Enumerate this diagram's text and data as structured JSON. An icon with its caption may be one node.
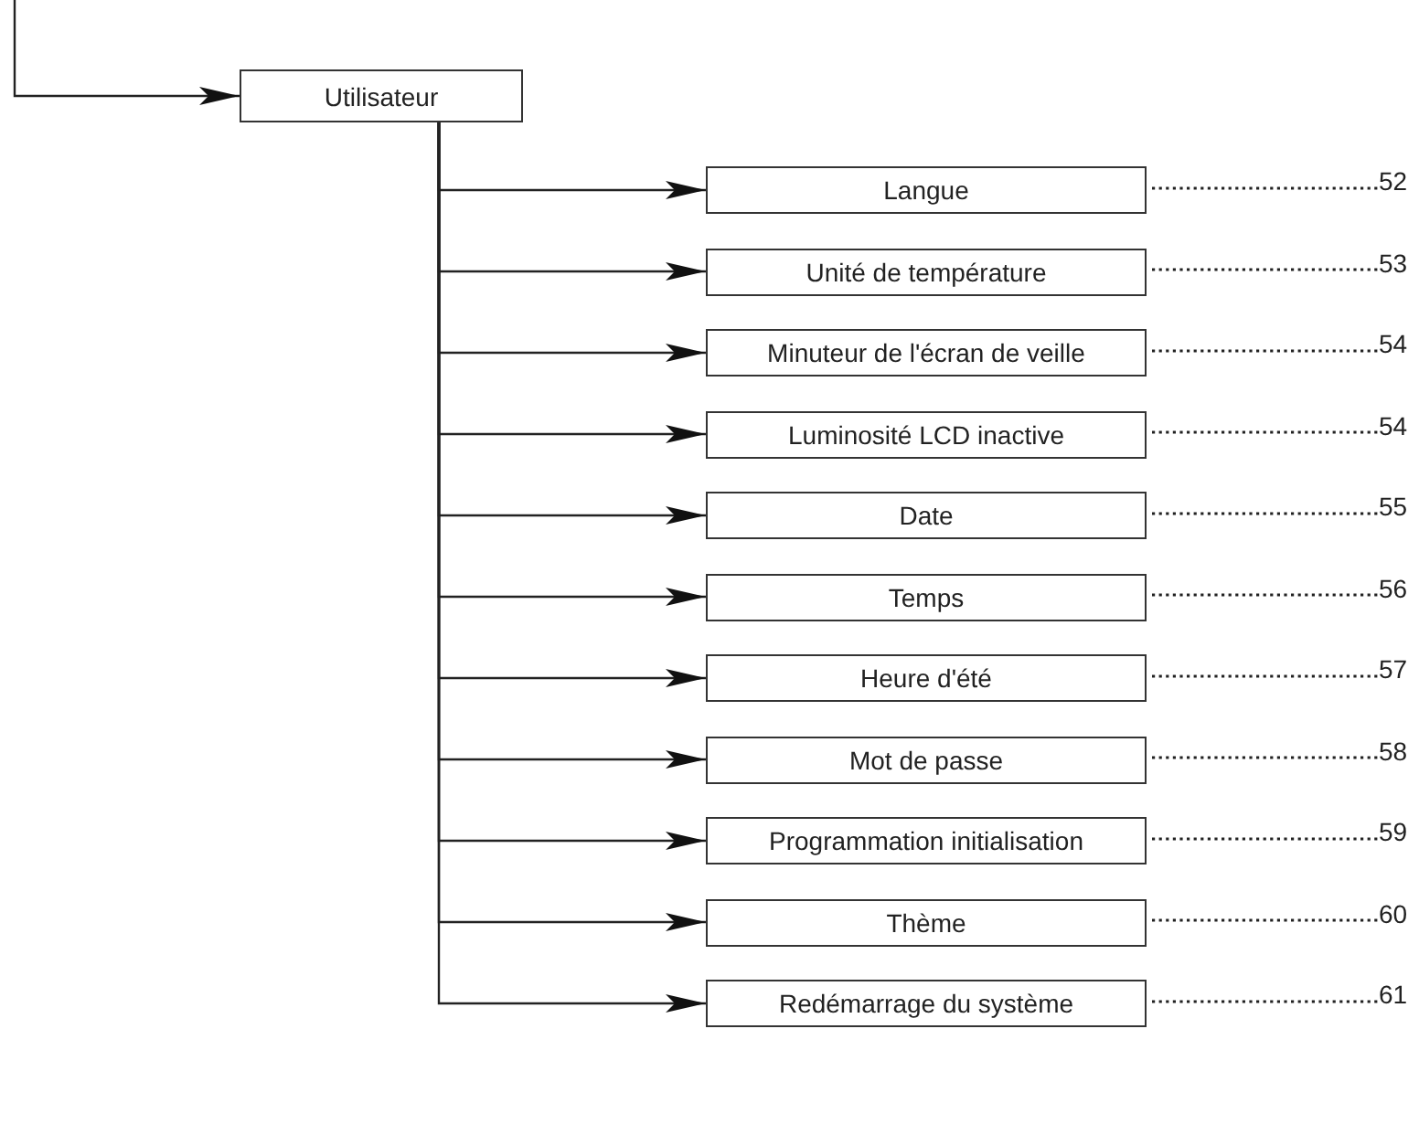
{
  "diagram": {
    "nodes": [
      {
        "text": [
          "Utilisateur"
        ]
      },
      {
        "text": [
          "Langue"
        ]
      },
      {
        "text": [
          "Unité de température"
        ]
      },
      {
        "text": [
          "Minuteur de l'écran de veille"
        ]
      },
      {
        "text": [
          "Luminosité LCD inactive"
        ]
      },
      {
        "text": [
          "Date"
        ]
      },
      {
        "text": [
          "Temps"
        ]
      },
      {
        "text": [
          "Heure d'été"
        ]
      },
      {
        "text": [
          "Mot de passe"
        ]
      },
      {
        "text": [
          "Programmation initialisation"
        ]
      },
      {
        "text": [
          "Thème"
        ]
      },
      {
        "text": [
          "Redémarrage du système"
        ]
      },
      {
        "text": [
          "52"
        ]
      },
      {
        "text": [
          "53"
        ]
      },
      {
        "text": [
          "54"
        ]
      },
      {
        "text": [
          "54"
        ]
      },
      {
        "text": [
          "55"
        ]
      },
      {
        "text": [
          "56"
        ]
      },
      {
        "text": [
          "57"
        ]
      },
      {
        "text": [
          "58"
        ]
      },
      {
        "text": [
          "59"
        ]
      },
      {
        "text": [
          "60"
        ]
      },
      {
        "text": [
          "61"
        ]
      }
    ],
    "edges": [
      {
        "from": null,
        "to": 0,
        "arrow": "to"
      },
      {
        "from": 0,
        "to": 1,
        "arrow": "to"
      },
      {
        "from": 0,
        "to": 2,
        "arrow": "to"
      },
      {
        "from": 0,
        "to": 3,
        "arrow": "to"
      },
      {
        "from": 0,
        "to": 4,
        "arrow": "to"
      },
      {
        "from": 0,
        "to": 5,
        "arrow": "to"
      },
      {
        "from": 0,
        "to": 6,
        "arrow": "to"
      },
      {
        "from": 0,
        "to": 7,
        "arrow": "to"
      },
      {
        "from": 0,
        "to": 8,
        "arrow": "to"
      },
      {
        "from": 0,
        "to": 9,
        "arrow": "to"
      },
      {
        "from": 0,
        "to": 10,
        "arrow": "to"
      },
      {
        "from": 0,
        "to": 11,
        "arrow": "to"
      },
      {
        "from": 1,
        "to": 12,
        "arrow": "none",
        "style": "dashed"
      },
      {
        "from": 2,
        "to": 13,
        "arrow": "none",
        "style": "dashed"
      },
      {
        "from": 3,
        "to": 14,
        "arrow": "none",
        "style": "dashed"
      },
      {
        "from": 4,
        "to": 15,
        "arrow": "none",
        "style": "dashed"
      },
      {
        "from": 5,
        "to": 16,
        "arrow": "none",
        "style": "dashed"
      },
      {
        "from": 6,
        "to": 17,
        "arrow": "none",
        "style": "dashed"
      },
      {
        "from": 7,
        "to": 18,
        "arrow": "none",
        "style": "dashed"
      },
      {
        "from": 8,
        "to": 19,
        "arrow": "none",
        "style": "dashed"
      },
      {
        "from": 9,
        "to": 20,
        "arrow": "none",
        "style": "dashed"
      },
      {
        "from": 10,
        "to": 21,
        "arrow": "none",
        "style": "dashed"
      },
      {
        "from": 11,
        "to": 22,
        "arrow": "none",
        "style": "dashed"
      }
    ]
  }
}
